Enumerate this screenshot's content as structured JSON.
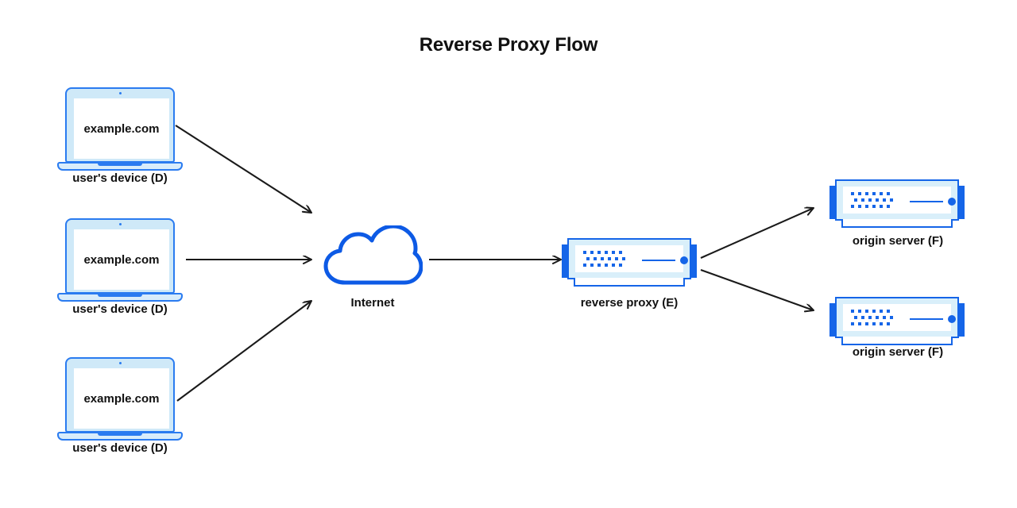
{
  "page": {
    "title": "Reverse Proxy Flow",
    "background": "#ffffff",
    "text_color": "#111111"
  },
  "colors": {
    "device_stroke": "#2a7bf0",
    "device_fill": "#cfe9f8",
    "server_stroke": "#1565e8",
    "server_fill": "#d9effa",
    "cloud_stroke": "#0d5ae5",
    "arrow": "#1a1a1a",
    "screen": "#ffffff"
  },
  "diagram": {
    "type": "network-flow",
    "clients": [
      {
        "id": "client-1",
        "screen_text": "example.com",
        "caption": "user's device (D)",
        "icon": "laptop-icon"
      },
      {
        "id": "client-2",
        "screen_text": "example.com",
        "caption": "user's device (D)",
        "icon": "laptop-icon"
      },
      {
        "id": "client-3",
        "screen_text": "example.com",
        "caption": "user's device (D)",
        "icon": "laptop-icon"
      }
    ],
    "internet": {
      "id": "internet",
      "caption": "Internet",
      "icon": "cloud-icon"
    },
    "proxy": {
      "id": "reverse-proxy",
      "caption": "reverse proxy (E)",
      "icon": "server-icon"
    },
    "origins": [
      {
        "id": "origin-1",
        "caption": "origin server (F)",
        "icon": "server-icon"
      },
      {
        "id": "origin-2",
        "caption": "origin server (F)",
        "icon": "server-icon"
      }
    ],
    "connections": [
      {
        "from": "client-1",
        "to": "internet",
        "direction": "forward"
      },
      {
        "from": "client-2",
        "to": "internet",
        "direction": "forward"
      },
      {
        "from": "client-3",
        "to": "internet",
        "direction": "forward"
      },
      {
        "from": "internet",
        "to": "reverse-proxy",
        "direction": "forward"
      },
      {
        "from": "reverse-proxy",
        "to": "origin-1",
        "direction": "forward"
      },
      {
        "from": "reverse-proxy",
        "to": "origin-2",
        "direction": "forward"
      }
    ]
  }
}
